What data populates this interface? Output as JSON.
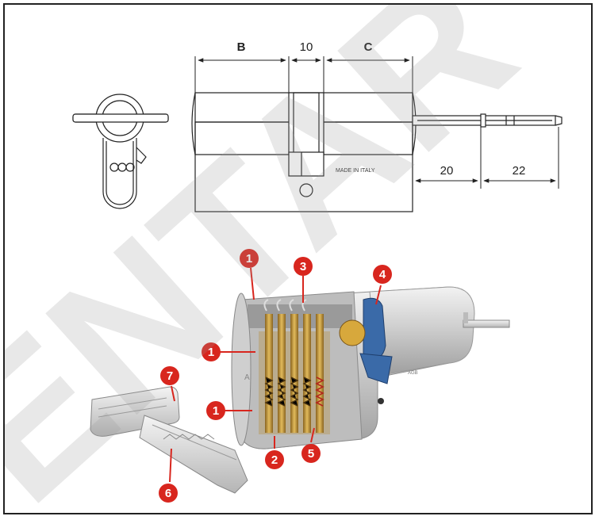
{
  "dimensions": {
    "b_label": "B",
    "ten_label": "10",
    "c_label": "C",
    "twenty_label": "20",
    "twentytwo_label": "22"
  },
  "marking": "MADE IN ITALY",
  "watermark": "ENTAR",
  "callouts": [
    "1",
    "3",
    "4",
    "1",
    "1",
    "7",
    "2",
    "5",
    "6"
  ],
  "colors": {
    "callout_red": "#d8261e",
    "brass": "#c89a3a",
    "blue_cam": "#3a6aa8",
    "nickel": "#d6d6d6"
  }
}
